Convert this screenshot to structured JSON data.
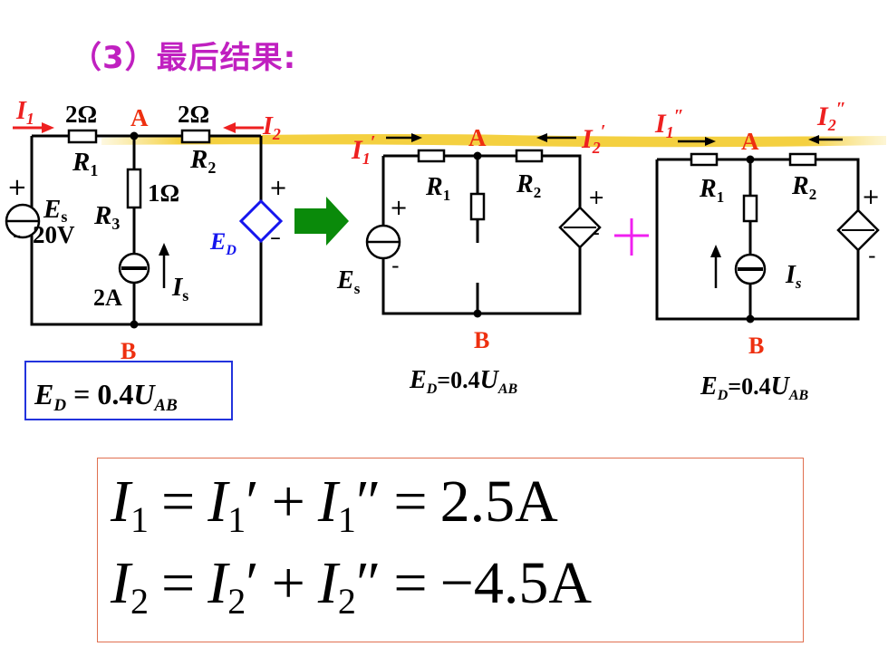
{
  "heading": "（3）最后结果:",
  "circuit1": {
    "current_left": "1",
    "current_right": "2",
    "r1_value": "2Ω",
    "r2_value": "2Ω",
    "r3_value": "1Ω",
    "node_a": "A",
    "node_b": "B",
    "r1_label": "1",
    "r2_label": "2",
    "r3_label": "3",
    "es_label": "s",
    "es_value": "20V",
    "is_value": "2A",
    "is_label": "s",
    "ed_label": "D",
    "ed_box": "E",
    "ed_box_sub": "D",
    "ed_box_rest": " = 0.4",
    "ed_box_u": "U",
    "ed_box_u_sub": "AB"
  },
  "circuit2": {
    "current_left": "1",
    "current_right": "2",
    "prime": "′",
    "node_a": "A",
    "node_b": "B",
    "r1_label": "1",
    "r2_label": "2",
    "es_label": "s",
    "ed_eq_e": "E",
    "ed_eq_sub": "D",
    "ed_eq_rest": "=0.4",
    "ed_eq_u": "U",
    "ed_eq_u_sub": "AB"
  },
  "circuit3": {
    "current_left": "1",
    "current_right": "2",
    "dprime": "″",
    "node_a": "A",
    "node_b": "B",
    "r1_label": "1",
    "r2_label": "2",
    "is_label": "s",
    "ed_eq_e": "E",
    "ed_eq_sub": "D",
    "ed_eq_rest": "=0.4",
    "ed_eq_u": "U",
    "ed_eq_u_sub": "AB"
  },
  "result": {
    "eq1_sub": "1",
    "eq1_prime": "′",
    "eq1_dprime": "″",
    "eq1_value": "2.5A",
    "eq2_sub": "2",
    "eq2_prime": "′",
    "eq2_dprime": "″",
    "eq2_value": "−4.5A"
  },
  "colors": {
    "current_red": "#ee2020",
    "node_label_red": "#ee3010",
    "heading_magenta": "#c020c0",
    "dependent_source_blue": "#1515ee",
    "arrow_green": "#0a8a0a",
    "plus_magenta": "#f020f0",
    "highlight_yellow": "#f0c000",
    "result_border": "#e07050"
  }
}
